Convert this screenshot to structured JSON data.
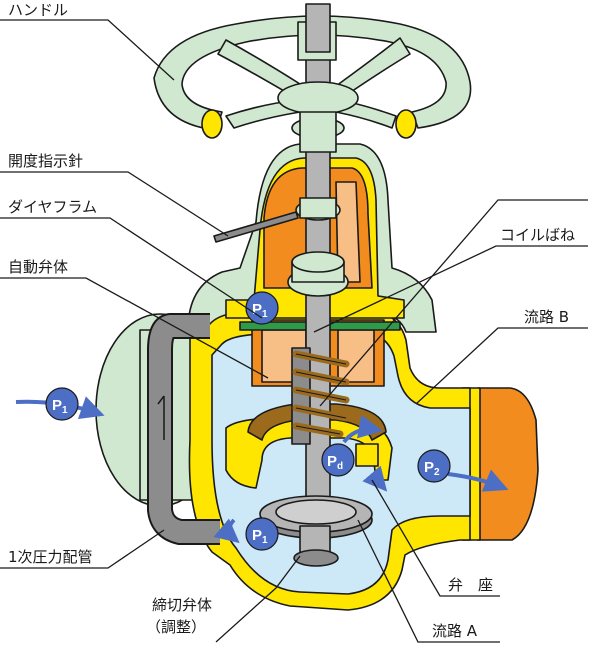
{
  "labels": {
    "handle": "ハンドル",
    "opening_indicator": "開度指示針",
    "diaphragm": "ダイヤフラム",
    "auto_valve_body": "自動弁体",
    "coil_spring": "コイルばね",
    "flow_path_b": "流路 B",
    "primary_pressure_pipe": "1次圧力配管",
    "shutoff_valve_body_line1": "締切弁体",
    "shutoff_valve_body_line2": "（調整）",
    "valve_seat": "弁　座",
    "flow_path_a": "流路 A"
  },
  "pressure_markers": {
    "p1": {
      "letter": "P",
      "sub": "1"
    },
    "p2": {
      "letter": "P",
      "sub": "2"
    },
    "pd": {
      "letter": "P",
      "sub": "d"
    }
  },
  "colors": {
    "body_yellow": "#ffe600",
    "passage_blue": "#cde8f6",
    "bonnet_green": "#cfe8cf",
    "spring_orange": "#f28c1e",
    "light_orange": "#f7bf86",
    "pipe_gray": "#8c8c8c",
    "stem_gray": "#b5b5b5",
    "marker_blue": "#4c6ec4",
    "diaphragm_green": "#2e9a4a",
    "bronze": "#9b6a1c"
  }
}
